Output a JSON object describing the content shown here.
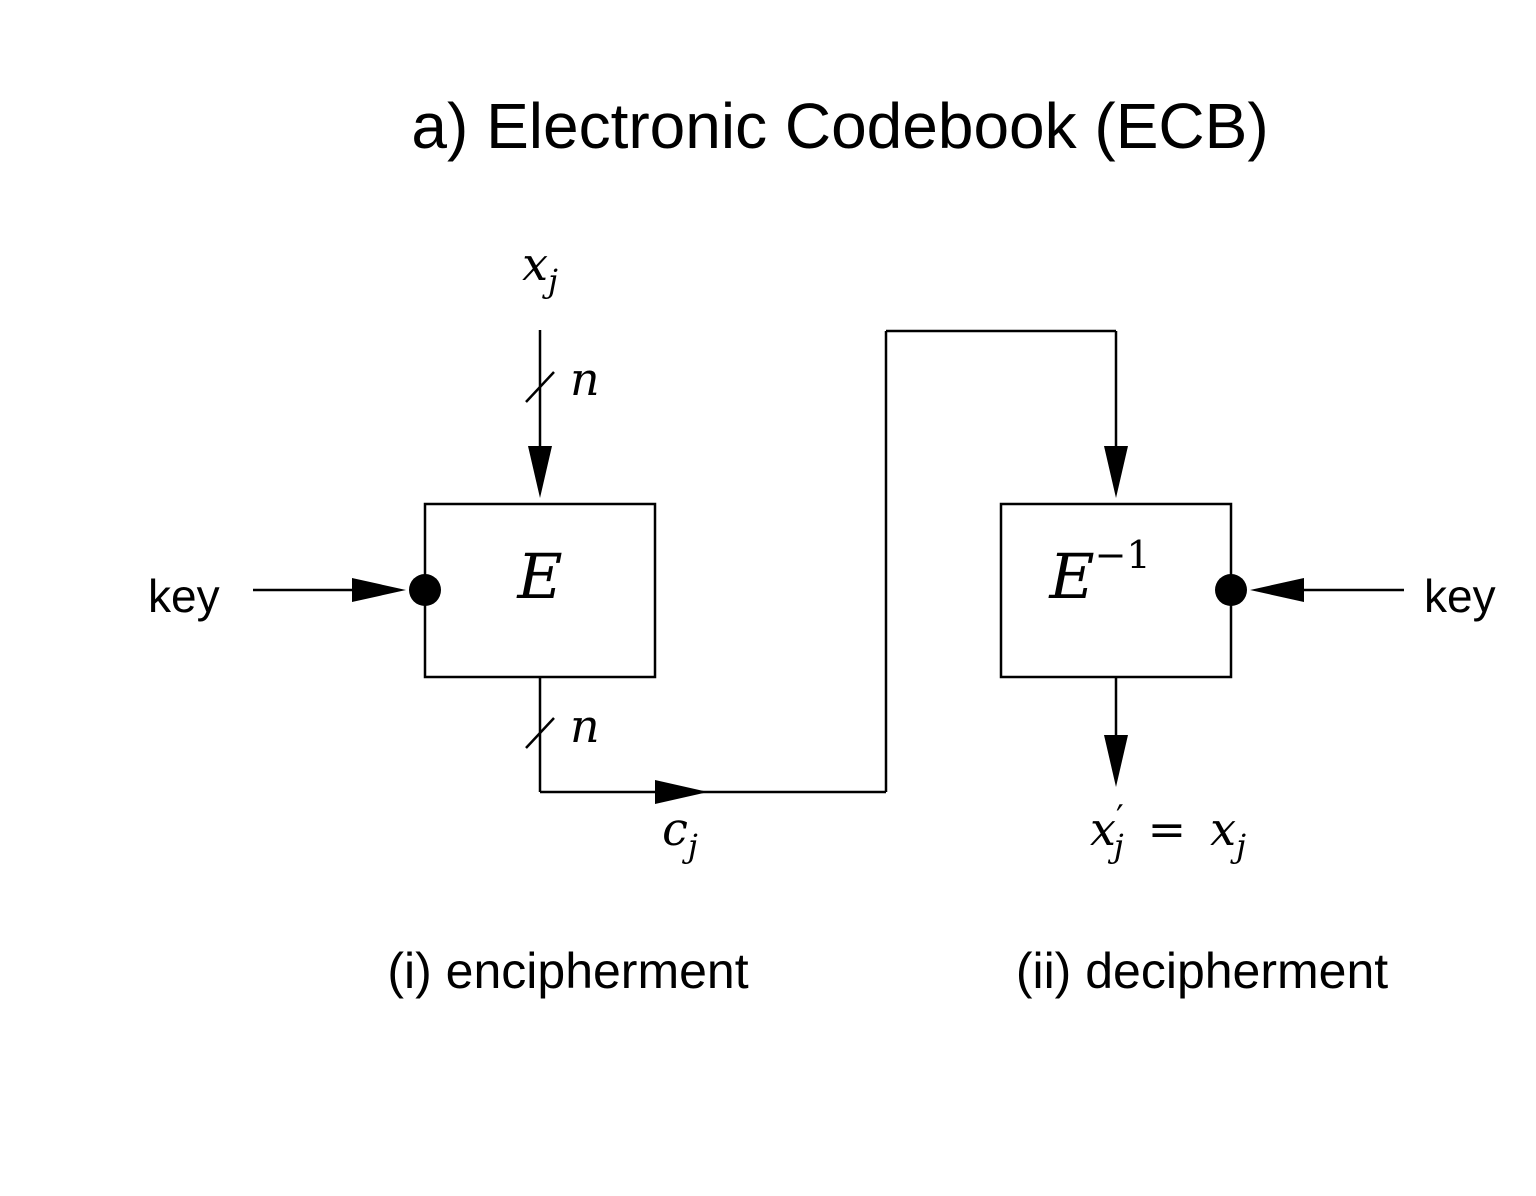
{
  "title": "a) Electronic Codebook (ECB)",
  "encipher": {
    "input": {
      "base": "x",
      "sub": "j"
    },
    "bus_width_label": "n",
    "block_label": "E",
    "key_label": "key",
    "output": {
      "base": "c",
      "sub": "j"
    },
    "output_bus_width_label": "n",
    "caption": "(i) encipherment"
  },
  "decipher": {
    "block_label": {
      "base": "E",
      "sup": "−1"
    },
    "key_label": "key",
    "output": {
      "base": "x",
      "prime": "′",
      "sub": "j",
      "equals": "=",
      "rhs_base": "x",
      "rhs_sub": "j"
    },
    "caption": "(ii) decipherment"
  }
}
